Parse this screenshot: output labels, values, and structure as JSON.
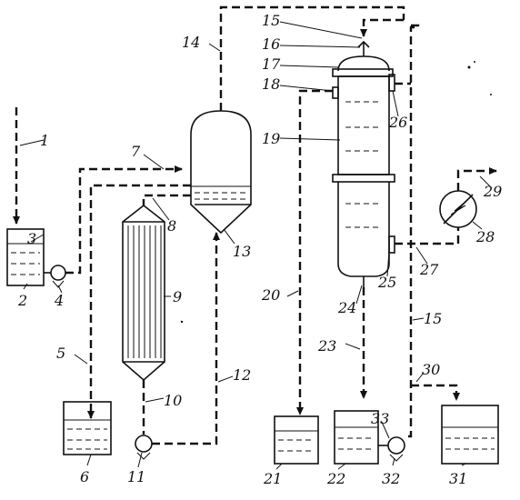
{
  "labels": {
    "n1": "1",
    "n2": "2",
    "n3": "3",
    "n4": "4",
    "n5": "5",
    "n6": "6",
    "n7": "7",
    "n8": "8",
    "n9": "9",
    "n10": "10",
    "n11": "11",
    "n12": "12",
    "n13": "13",
    "n14": "14",
    "n15a": "15",
    "n15b": "15",
    "n16": "16",
    "n17": "17",
    "n18": "18",
    "n19": "19",
    "n20": "20",
    "n21": "21",
    "n22": "22",
    "n23": "23",
    "n24": "24",
    "n25": "25",
    "n26": "26",
    "n27": "27",
    "n28": "28",
    "n29": "29",
    "n30": "30",
    "n31": "31",
    "n32": "32",
    "n33": "33"
  }
}
